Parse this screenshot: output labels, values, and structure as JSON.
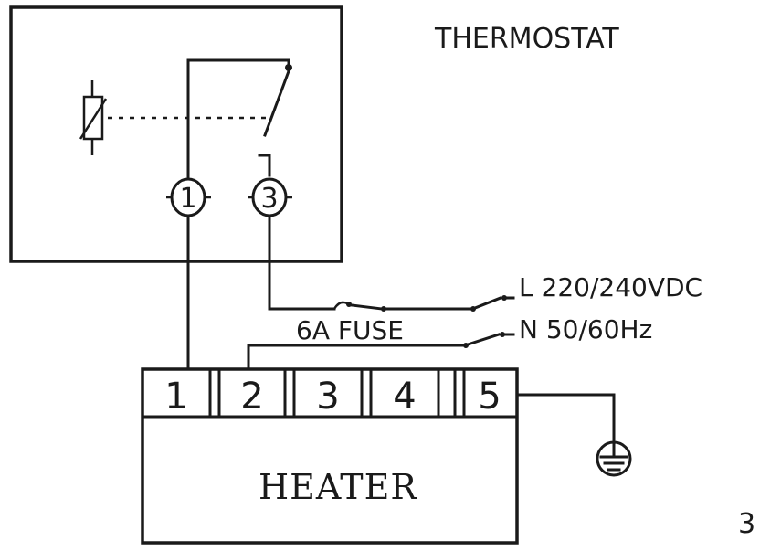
{
  "labels": {
    "thermostat": "THERMOSTAT",
    "heater": "HEATER",
    "fuse": "6A FUSE",
    "line": "L 220/240VDC",
    "neutral": "N 50/60Hz",
    "figure_number": "3"
  },
  "thermostat_terminals": [
    "1",
    "3"
  ],
  "heater_terminals": [
    "1",
    "2",
    "3",
    "4",
    "5"
  ],
  "icons": [
    "thermistor-icon",
    "switch-contact-icon",
    "fuse-icon",
    "ground-icon"
  ]
}
